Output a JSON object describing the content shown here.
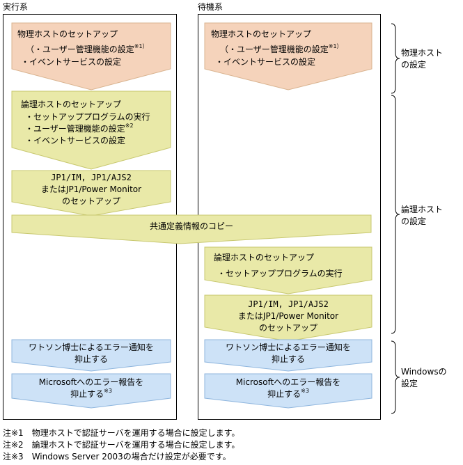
{
  "columns": {
    "active": "実行系",
    "standby": "待機系"
  },
  "colors": {
    "physical_fill": "#f5d3bb",
    "physical_stroke": "#d9b38f",
    "logical_fill": "#e9e9a8",
    "logical_stroke": "#c8c870",
    "windows_fill": "#cde2f7",
    "windows_stroke": "#8fb6de"
  },
  "active": {
    "physical": {
      "title": "物理ホストのセットアップ",
      "line1": "（・ユーザー管理機能の設定",
      "line1_note": "※1）",
      "line2": "・イベントサービスの設定"
    },
    "logical": {
      "title": "論理ホストのセットアップ",
      "line1": "・セットアッププログラムの実行",
      "line2": "・ユーザー管理機能の設定",
      "line2_note": "※2",
      "line3": "・イベントサービスの設定"
    },
    "jp1": {
      "line1": "JP1/IM, JP1/AJS2",
      "line2": "またはJP1/Power Monitor",
      "line3": "のセットアップ"
    },
    "watson": {
      "line1": "ワトソン博士によるエラー通知を",
      "line2": "抑止する"
    },
    "microsoft": {
      "line1": "Microsoftへのエラー報告を",
      "line2": "抑止する",
      "line2_note": "※3"
    }
  },
  "common_copy": "共通定義情報のコピー",
  "standby": {
    "physical": {
      "title": "物理ホストのセットアップ",
      "line1": "（・ユーザー管理機能の設定",
      "line1_note": "※1）",
      "line2": "・イベントサービスの設定"
    },
    "logical": {
      "title": "論理ホストのセットアップ",
      "line1": "・セットアッププログラムの実行"
    },
    "jp1": {
      "line1": "JP1/IM, JP1/AJS2",
      "line2": "またはJP1/Power Monitor",
      "line3": "のセットアップ"
    },
    "watson": {
      "line1": "ワトソン博士によるエラー通知を",
      "line2": "抑止する"
    },
    "microsoft": {
      "line1": "Microsoftへのエラー報告を",
      "line2": "抑止する",
      "line2_note": "※3"
    }
  },
  "braces": {
    "physical": [
      "物理ホスト",
      "の設定"
    ],
    "logical": [
      "論理ホスト",
      "の設定"
    ],
    "windows": [
      "Windowsの",
      "設定"
    ]
  },
  "notes": [
    "注※1　物理ホストで認証サーバを運用する場合に設定します。",
    "注※2　論理ホストで認証サーバを運用する場合に設定します。",
    "注※3　Windows Server 2003の場合だけ設定が必要です。"
  ]
}
